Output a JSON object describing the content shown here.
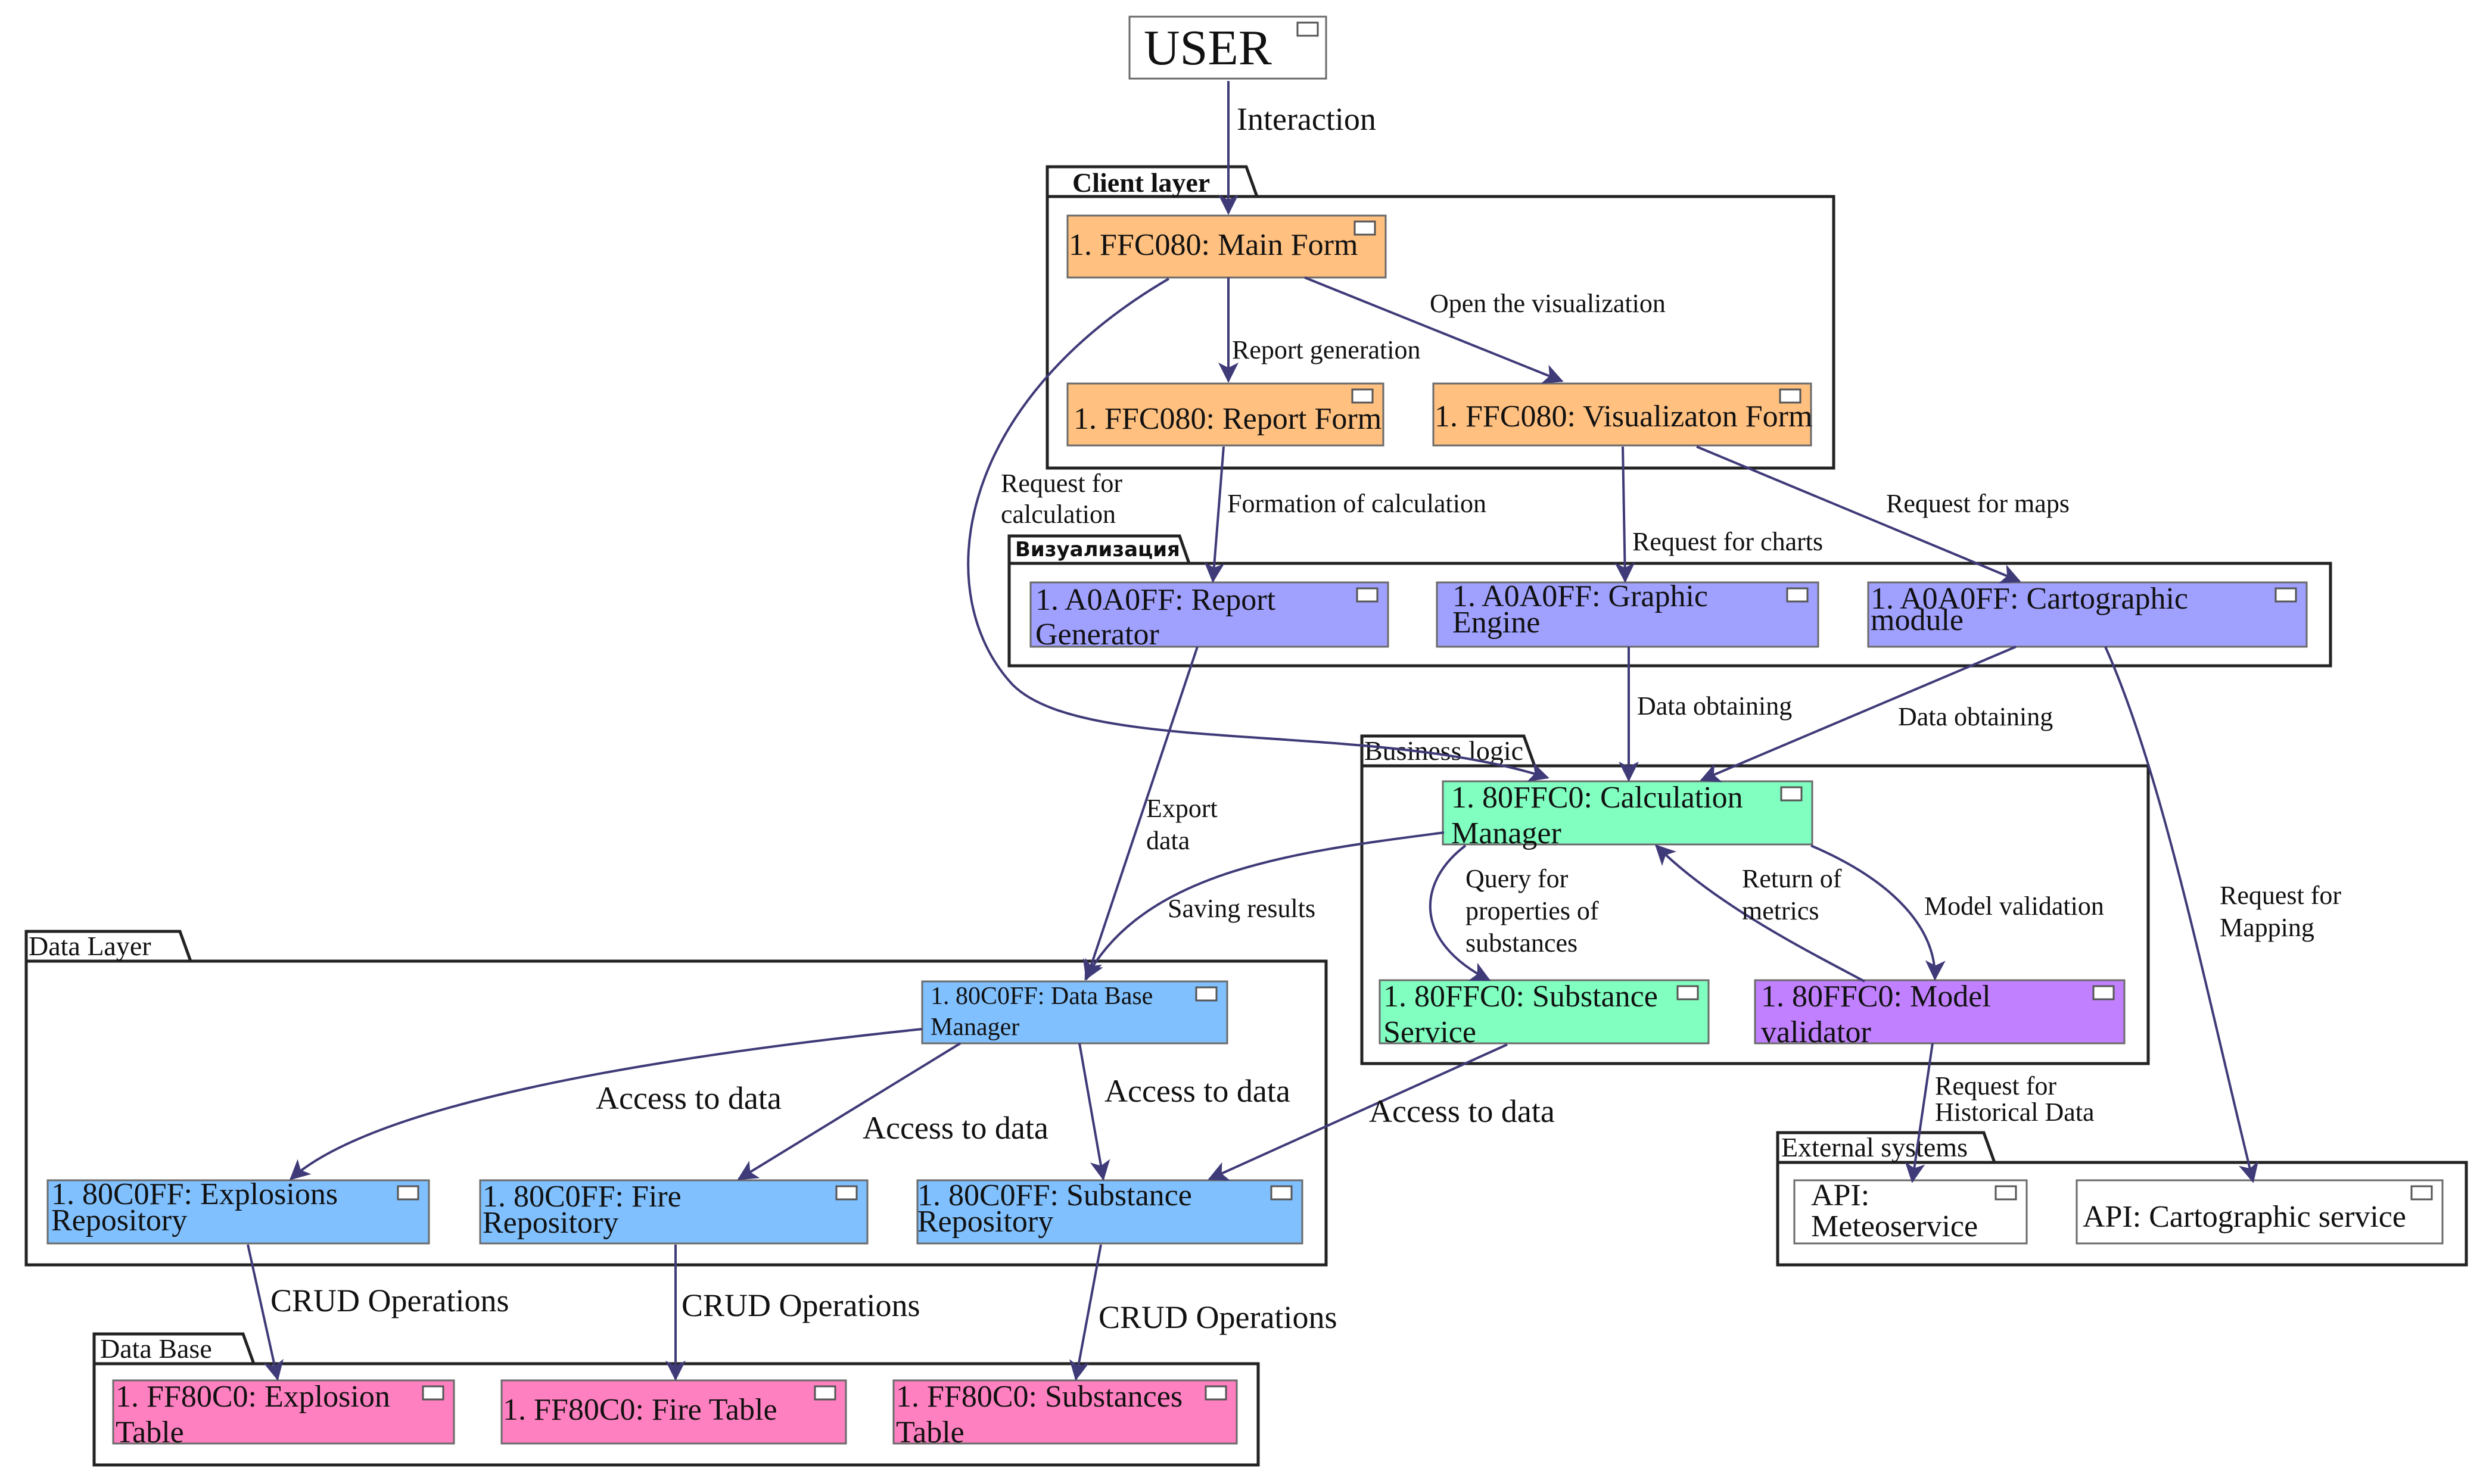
{
  "colors": {
    "client": "#FFC080",
    "visualization": "#A0A0FF",
    "business": "#80FFC0",
    "validator": "#C080FF",
    "data": "#80C0FF",
    "database": "#FF80C0",
    "external": "#FFFFFF",
    "edge": "#3F3A78"
  },
  "user": {
    "label": "USER"
  },
  "packages": {
    "client": "Client layer",
    "visualization": "Визуализация",
    "business": "Business logic",
    "data_layer": "Data Layer",
    "database": "Data Base",
    "external": "External systems"
  },
  "components": {
    "main_form": [
      "1. FFC080: Main Form"
    ],
    "report_form": [
      "1. FFC080: Report Form"
    ],
    "visualization_form": [
      "1. FFC080: Visualizaton Form"
    ],
    "report_generator": [
      "1. A0A0FF: Report",
      "Generator"
    ],
    "graphic_engine": [
      "1. A0A0FF: Graphic",
      "Engine"
    ],
    "cartographic_module": [
      "1. A0A0FF: Cartographic",
      "module"
    ],
    "calculation_manager": [
      "1. 80FFC0: Calculation",
      "Manager"
    ],
    "substance_service": [
      "1. 80FFC0: Substance",
      "Service"
    ],
    "model_validator": [
      "1. 80FFC0: Model",
      "validator"
    ],
    "db_manager": [
      "1. 80C0FF: Data Base",
      "Manager"
    ],
    "explosions_repo": [
      "1. 80C0FF: Explosions",
      "Repository"
    ],
    "fire_repo": [
      "1. 80C0FF: Fire",
      "Repository"
    ],
    "substance_repo": [
      "1. 80C0FF: Substance",
      "Repository"
    ],
    "meteoservice": [
      "API:",
      "Meteoservice"
    ],
    "cartographic_service": [
      "API: Cartographic service"
    ],
    "explosion_table": [
      "1. FF80C0: Explosion",
      "Table"
    ],
    "fire_table": [
      "1. FF80C0: Fire Table"
    ],
    "substances_table": [
      "1. FF80C0: Substances",
      "Table"
    ]
  },
  "edges": {
    "interaction": [
      "Interaction"
    ],
    "report_generation": [
      "Report generation"
    ],
    "open_visualization": [
      "Open the visualization"
    ],
    "request_for_calculation": [
      "Request for",
      "calculation"
    ],
    "formation_of_calculation": [
      "Formation of calculation"
    ],
    "request_for_charts": [
      "Request for charts"
    ],
    "request_for_maps": [
      "Request for maps"
    ],
    "data_obtaining_1": [
      "Data obtaining"
    ],
    "data_obtaining_2": [
      "Data obtaining"
    ],
    "export_data": [
      "Export",
      "data"
    ],
    "saving_results": [
      "Saving results"
    ],
    "query_properties": [
      "Query for",
      "properties of",
      "substances"
    ],
    "return_of_metrics": [
      "Return of",
      "metrics"
    ],
    "model_validation": [
      "Model validation"
    ],
    "request_for_mapping": [
      "Request for",
      "Mapping"
    ],
    "request_historical": [
      "Request for",
      "Historical Data"
    ],
    "access_to_data_1": [
      "Access to data"
    ],
    "access_to_data_2": [
      "Access to data"
    ],
    "access_to_data_3": [
      "Access to data"
    ],
    "access_to_data_4": [
      "Access to data"
    ],
    "crud_1": [
      "CRUD Operations"
    ],
    "crud_2": [
      "CRUD Operations"
    ],
    "crud_3": [
      "CRUD Operations"
    ]
  }
}
